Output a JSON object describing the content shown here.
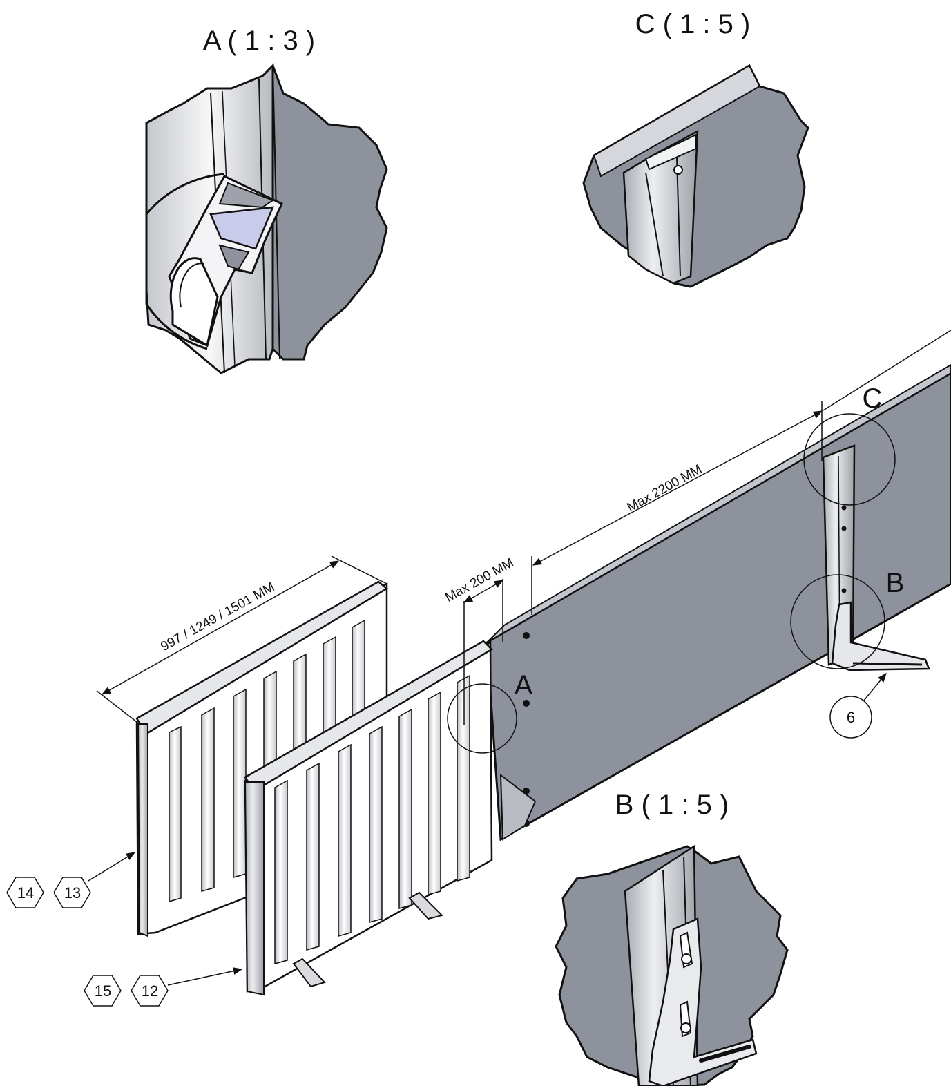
{
  "views": {
    "detail_a": {
      "title": "A ( 1 : 3 )"
    },
    "detail_c": {
      "title": "C ( 1 : 5 )"
    },
    "detail_b": {
      "title": "B ( 1 : 5 )"
    }
  },
  "markers": {
    "a": "A",
    "b": "B",
    "c": "C"
  },
  "dimensions": {
    "panel_width": "997 / 1249 / 1501 MM",
    "max_gap": "Max 200 MM",
    "max_post_spacing": "Max 2200 MM"
  },
  "callouts": {
    "part_14": "14",
    "part_13": "13",
    "part_15": "15",
    "part_12": "12",
    "part_6": "6"
  },
  "colors": {
    "panel_fill": "#8e929c",
    "frame_fill": "#e4e6ea",
    "roller_fill": "#f2f3f5",
    "outline": "#111111"
  }
}
